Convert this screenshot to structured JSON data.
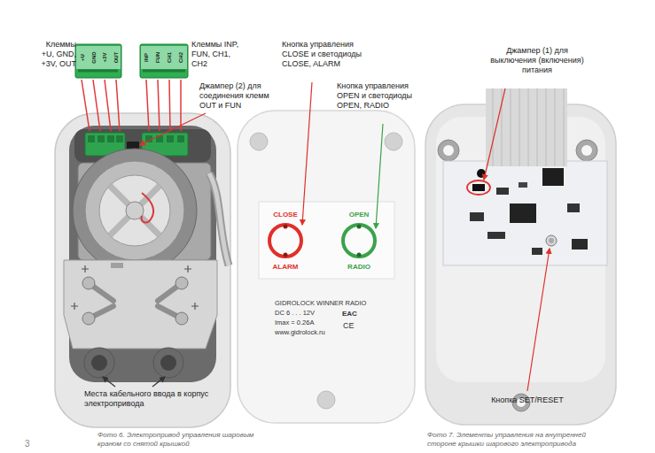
{
  "diagram": {
    "nodes": [
      {
        "text": [
          "+U",
          "GND",
          "+3V",
          "OUT"
        ]
      },
      {
        "text": [
          "INP",
          "FUN",
          "CH1",
          "CH2"
        ]
      },
      {
        "text": [
          "GIDROLOCK WINNER RADIO",
          "DC 6 . . . 12V",
          "Imax = 0.26A",
          "www.gidrolock.ru",
          "EAC",
          "CE"
        ]
      },
      {
        "text": [
          "CLOSE",
          "ALARM",
          "OPEN",
          "RADIO"
        ],
        "in": 2
      }
    ],
    "labels": [
      "Клеммы +U, GND, +3V, OUT",
      "Клеммы INP, FUN, CH1, CH2",
      "Кнопка управления CLOSE и светодиоды CLOSE, ALARM",
      "Кнопка управления OPEN и светодиоды OPEN, RADIO",
      "Джампер (2) для соединения клемм OUT и FUN",
      "Джампер (1) для выключения (включения) питания",
      "Места кабельного ввода в корпус электропривода",
      "Кнопка SET/RESET",
      "Фото 6. Электропривод управления шаровым краном со снятой крышкой",
      "Фото 7. Элементы управления на внутренней стороне крышки шарового электропривода",
      "3"
    ]
  }
}
